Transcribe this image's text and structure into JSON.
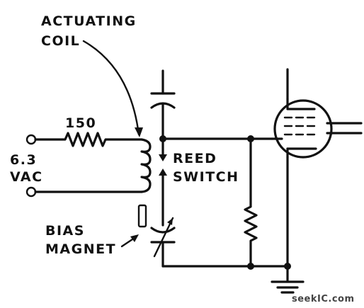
{
  "labels": {
    "actuating_line1": "ACTUATING",
    "actuating_line2": "COIL",
    "resistor_value": "150",
    "voltage_line1": "6.3",
    "voltage_line2": "VAC",
    "reed_line1": "REED",
    "reed_line2": "SWITCH",
    "bias_line1": "BIAS",
    "bias_line2": "MAGNET"
  },
  "watermark": "seekIC.com",
  "components": [
    "input-terminal",
    "150-ohm-resistor",
    "actuating-coil",
    "bias-magnet",
    "reed-switch",
    "coupling-capacitor",
    "variable-capacitor",
    "grid-resistor",
    "vacuum-tube",
    "ground"
  ]
}
